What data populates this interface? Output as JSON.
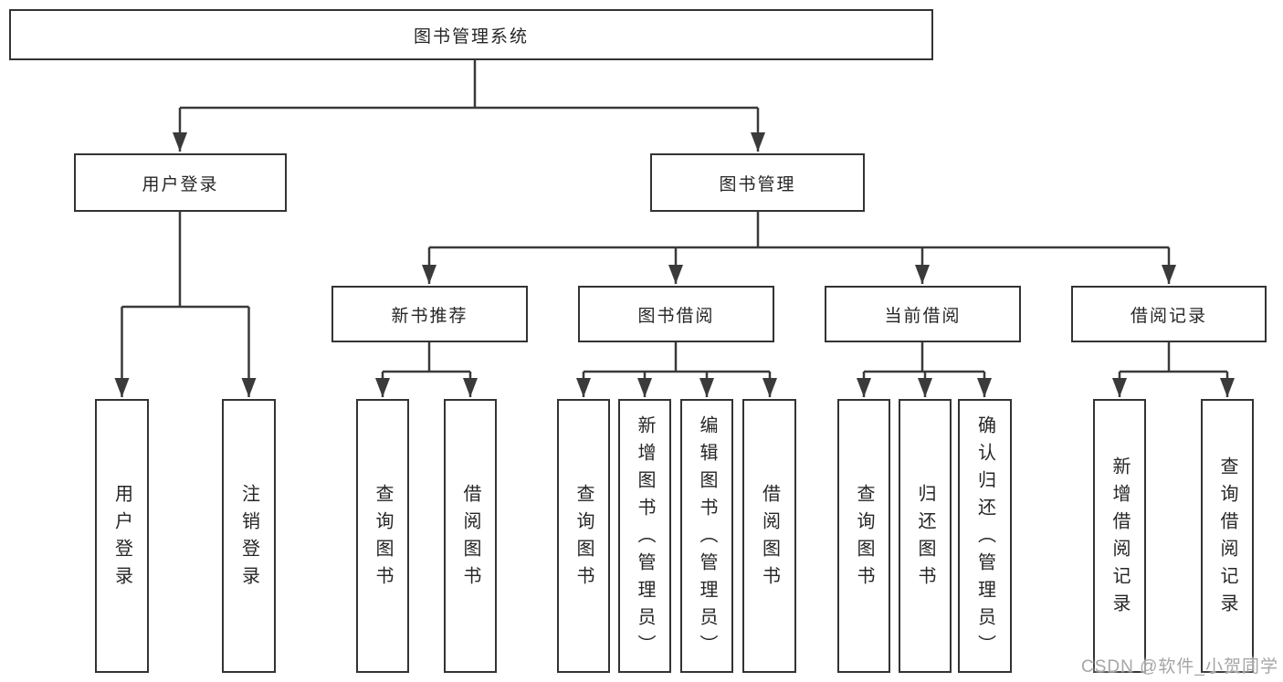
{
  "colors": {
    "line": "#3a3a3a",
    "box_border": "#333333",
    "text": "#262626",
    "watermark_text": "#a6a6a6",
    "background": "#ffffff"
  },
  "watermark": "CSDN @软件_小贺同学",
  "tree": {
    "root": "图书管理系统",
    "branches": [
      {
        "label": "用户登录",
        "children": [
          "用户登录",
          "注销登录"
        ]
      },
      {
        "label": "图书管理",
        "groups": [
          {
            "label": "新书推荐",
            "children": [
              "查询图书",
              "借阅图书"
            ]
          },
          {
            "label": "图书借阅",
            "children": [
              "查询图书",
              "新增图书（管理员）",
              "编辑图书（管理员）",
              "借阅图书"
            ]
          },
          {
            "label": "当前借阅",
            "children": [
              "查询图书",
              "归还图书",
              "确认归还（管理员）"
            ]
          },
          {
            "label": "借阅记录",
            "children": [
              "新增借阅记录",
              "查询借阅记录"
            ]
          }
        ]
      }
    ]
  }
}
